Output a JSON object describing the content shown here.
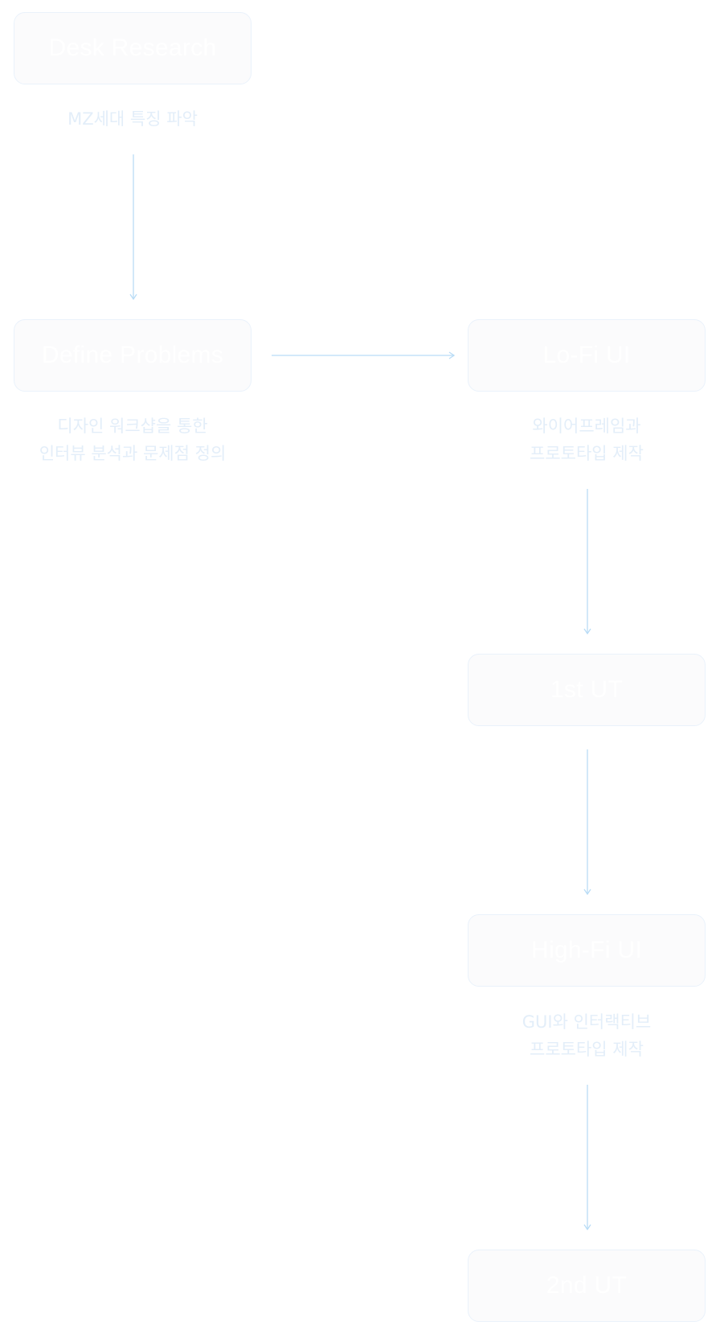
{
  "nodes": {
    "desk_research": {
      "label": "Desk Research",
      "caption": [
        "MZ세대 특징 파악"
      ]
    },
    "define_problems": {
      "label": "Define Problems",
      "caption": [
        "디자인 워크샵을 통한",
        "인터뷰 분석과 문제점 정의"
      ]
    },
    "lofi_ui": {
      "label": "Lo-Fi UI",
      "caption": [
        "와이어프레임과",
        "프로토타입 제작"
      ]
    },
    "first_ut": {
      "label": "1st UT"
    },
    "hifi_ui": {
      "label": "High-Fi UI",
      "caption": [
        "GUI와 인터랙티브",
        "프로토타입 제작"
      ]
    },
    "second_ut": {
      "label": "2nd UT"
    }
  },
  "colors": {
    "node_fill": "#fbfbfc",
    "node_border": "#eaf2fb",
    "node_text": "#ffffff",
    "caption_text": "#e3eef9",
    "arrow": "#b9dcf6"
  }
}
